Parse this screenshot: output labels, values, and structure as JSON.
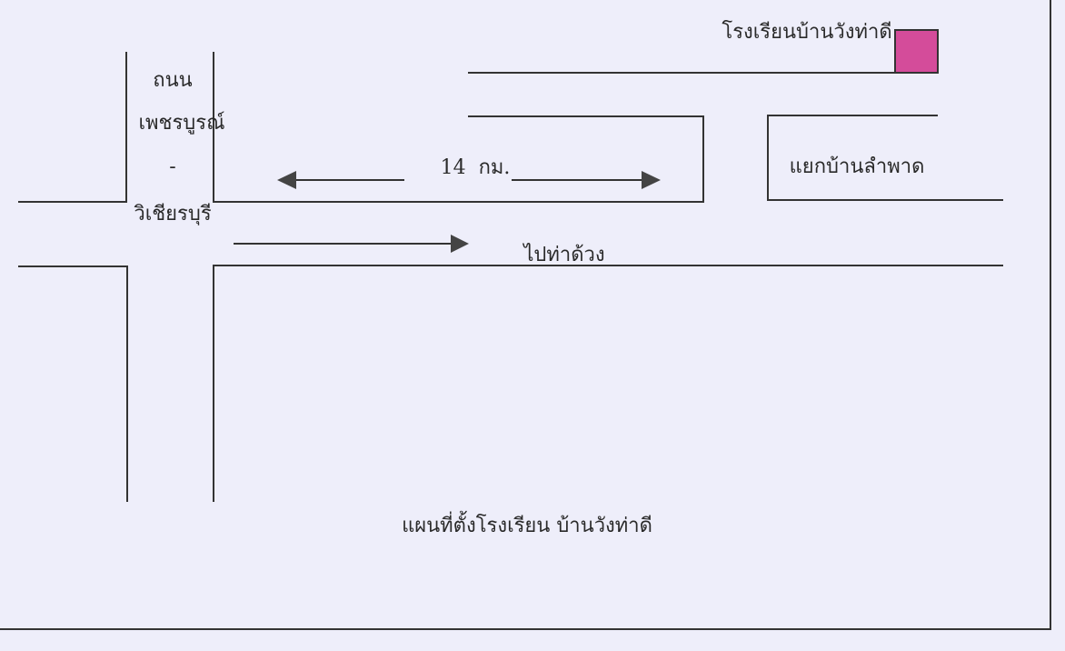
{
  "map": {
    "title": "แผนที่ตั้งโรงเรียน บ้านวังท่าดี",
    "road_name": [
      "ถนน",
      "เพชรบูรณ์",
      "-",
      "วิเชียรบุรี"
    ],
    "distance": "14  กม.",
    "junction": "แยกบ้านลำพาด",
    "direction": "ไปท่าด้วง",
    "school": "โรงเรียนบ้านวังท่าดี",
    "school_marker_color": "#d44c9a",
    "background_color": "#eeeefa"
  }
}
